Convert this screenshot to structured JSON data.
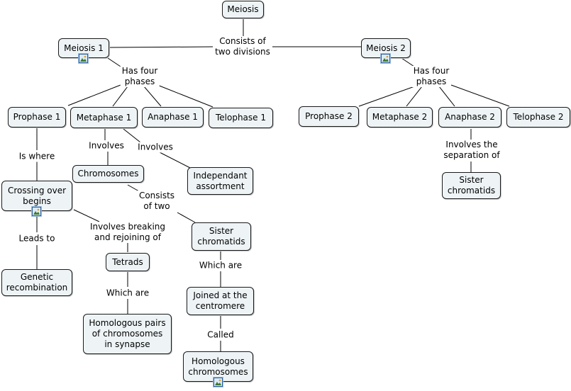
{
  "nodes": {
    "meiosis": "Meiosis",
    "meiosis1": "Meiosis 1",
    "meiosis2": "Meiosis 2",
    "prophase1": "Prophase 1",
    "metaphase1": "Metaphase 1",
    "anaphase1": "Anaphase 1",
    "telophase1": "Telophase 1",
    "prophase2": "Prophase 2",
    "metaphase2": "Metaphase 2",
    "anaphase2": "Anaphase 2",
    "telophase2": "Telophase 2",
    "chromosomes": "Chromosomes",
    "independant_assortment": "Independant\nassortment",
    "crossing_over": "Crossing over\nbegins",
    "sister_chromatids_1": "Sister\nchromatids",
    "sister_chromatids_2": "Sister\nchromatids",
    "genetic_recombination": "Genetic\nrecombination",
    "tetrads": "Tetrads",
    "joined_centromere": "Joined at the\ncentromere",
    "homologous_pairs": "Homologous pairs\nof chromosomes\nin synapse",
    "homologous_chromosomes": "Homologous\nchromosomes"
  },
  "links": {
    "consists_two_divisions": "Consists of\ntwo divisions",
    "has_four_phases_1": "Has four\nphases",
    "has_four_phases_2": "Has four\nphases",
    "is_where": "Is where",
    "involves_1": "Involves",
    "involves_2": "Involves",
    "involves_separation": "Involves the\nseparation of",
    "consists_two": "Consists\nof two",
    "leads_to": "Leads to",
    "breaking_rejoining": "Involves breaking\nand rejoining of",
    "which_are_1": "Which are",
    "which_are_2": "Which are",
    "called": "Called"
  },
  "icons": [
    "image-icon",
    "image-icon",
    "image-icon",
    "image-icon"
  ]
}
